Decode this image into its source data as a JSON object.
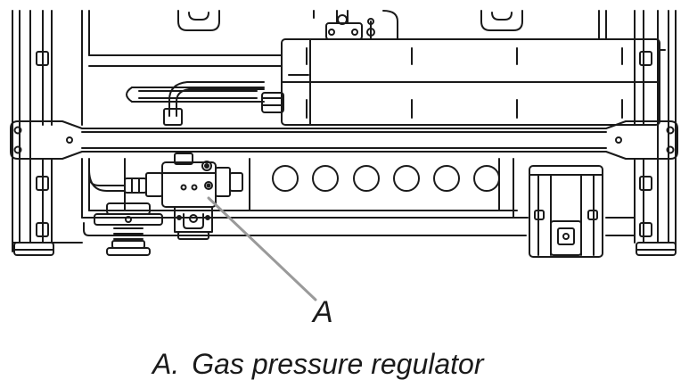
{
  "callout": {
    "letter": "A"
  },
  "caption": {
    "marker": "A.",
    "text": "Gas pressure regulator"
  }
}
